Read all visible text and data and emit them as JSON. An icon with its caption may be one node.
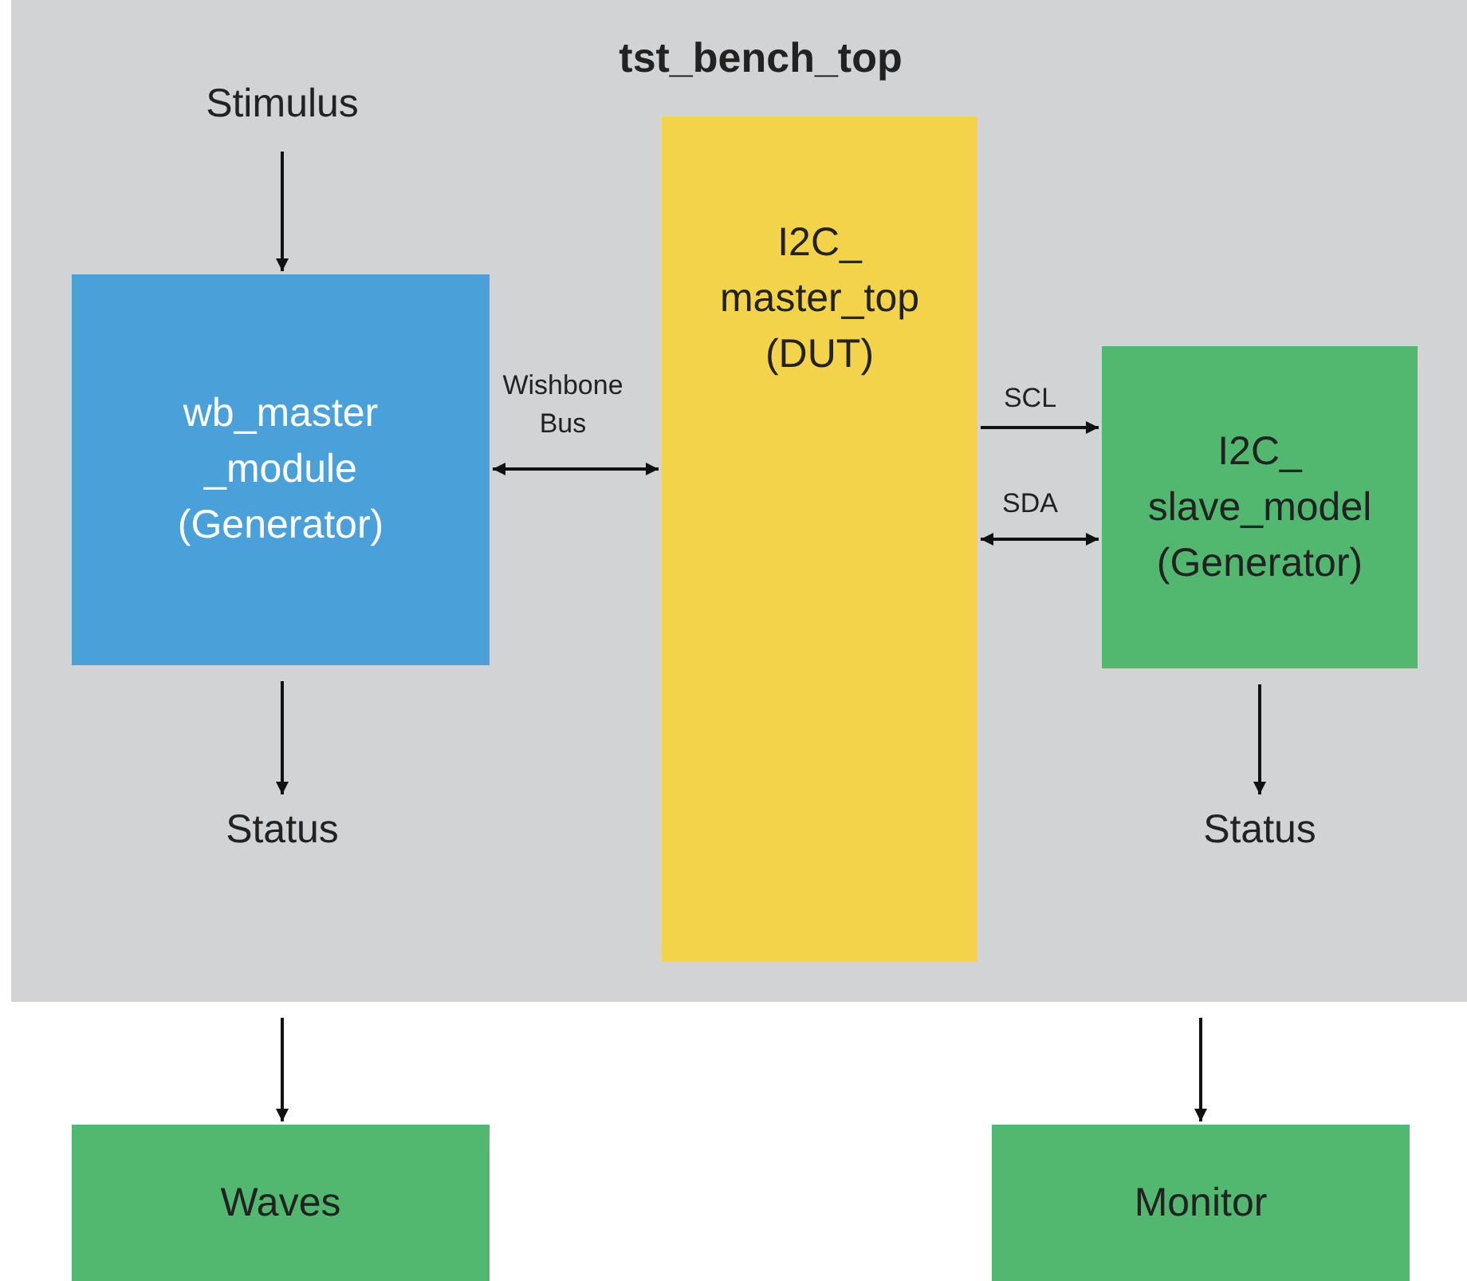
{
  "diagram": {
    "nodes": [
      {
        "text": [
          "tst_bench_top"
        ]
      },
      {
        "text": [
          "Stimulus"
        ],
        "in": 0
      },
      {
        "text": [
          "wb_master _module (Generator)"
        ],
        "in": 0
      },
      {
        "text": [
          "I2C_ master_top (DUT)"
        ],
        "in": 0
      },
      {
        "text": [
          "I2C_ slave_model (Generator)"
        ],
        "in": 0
      },
      {
        "text": [
          "Status"
        ],
        "in": 0
      },
      {
        "text": [
          "Status"
        ],
        "in": 0
      },
      {
        "text": [
          "Waves"
        ]
      },
      {
        "text": [
          "Monitor"
        ]
      }
    ],
    "edges": [
      {
        "from": 1,
        "to": 2,
        "arrow": "to"
      },
      {
        "from": 2,
        "to": 3,
        "arrow": "both",
        "label": "Wishbone Bus"
      },
      {
        "from": 3,
        "to": 4,
        "arrow": "to",
        "label": "SCL"
      },
      {
        "from": 3,
        "to": 4,
        "arrow": "both",
        "label": "SDA"
      },
      {
        "from": 2,
        "to": 5,
        "arrow": "to"
      },
      {
        "from": 4,
        "to": 6,
        "arrow": "to"
      },
      {
        "from": 0,
        "to": 7,
        "arrow": "to"
      },
      {
        "from": 0,
        "to": 8,
        "arrow": "to"
      }
    ]
  }
}
